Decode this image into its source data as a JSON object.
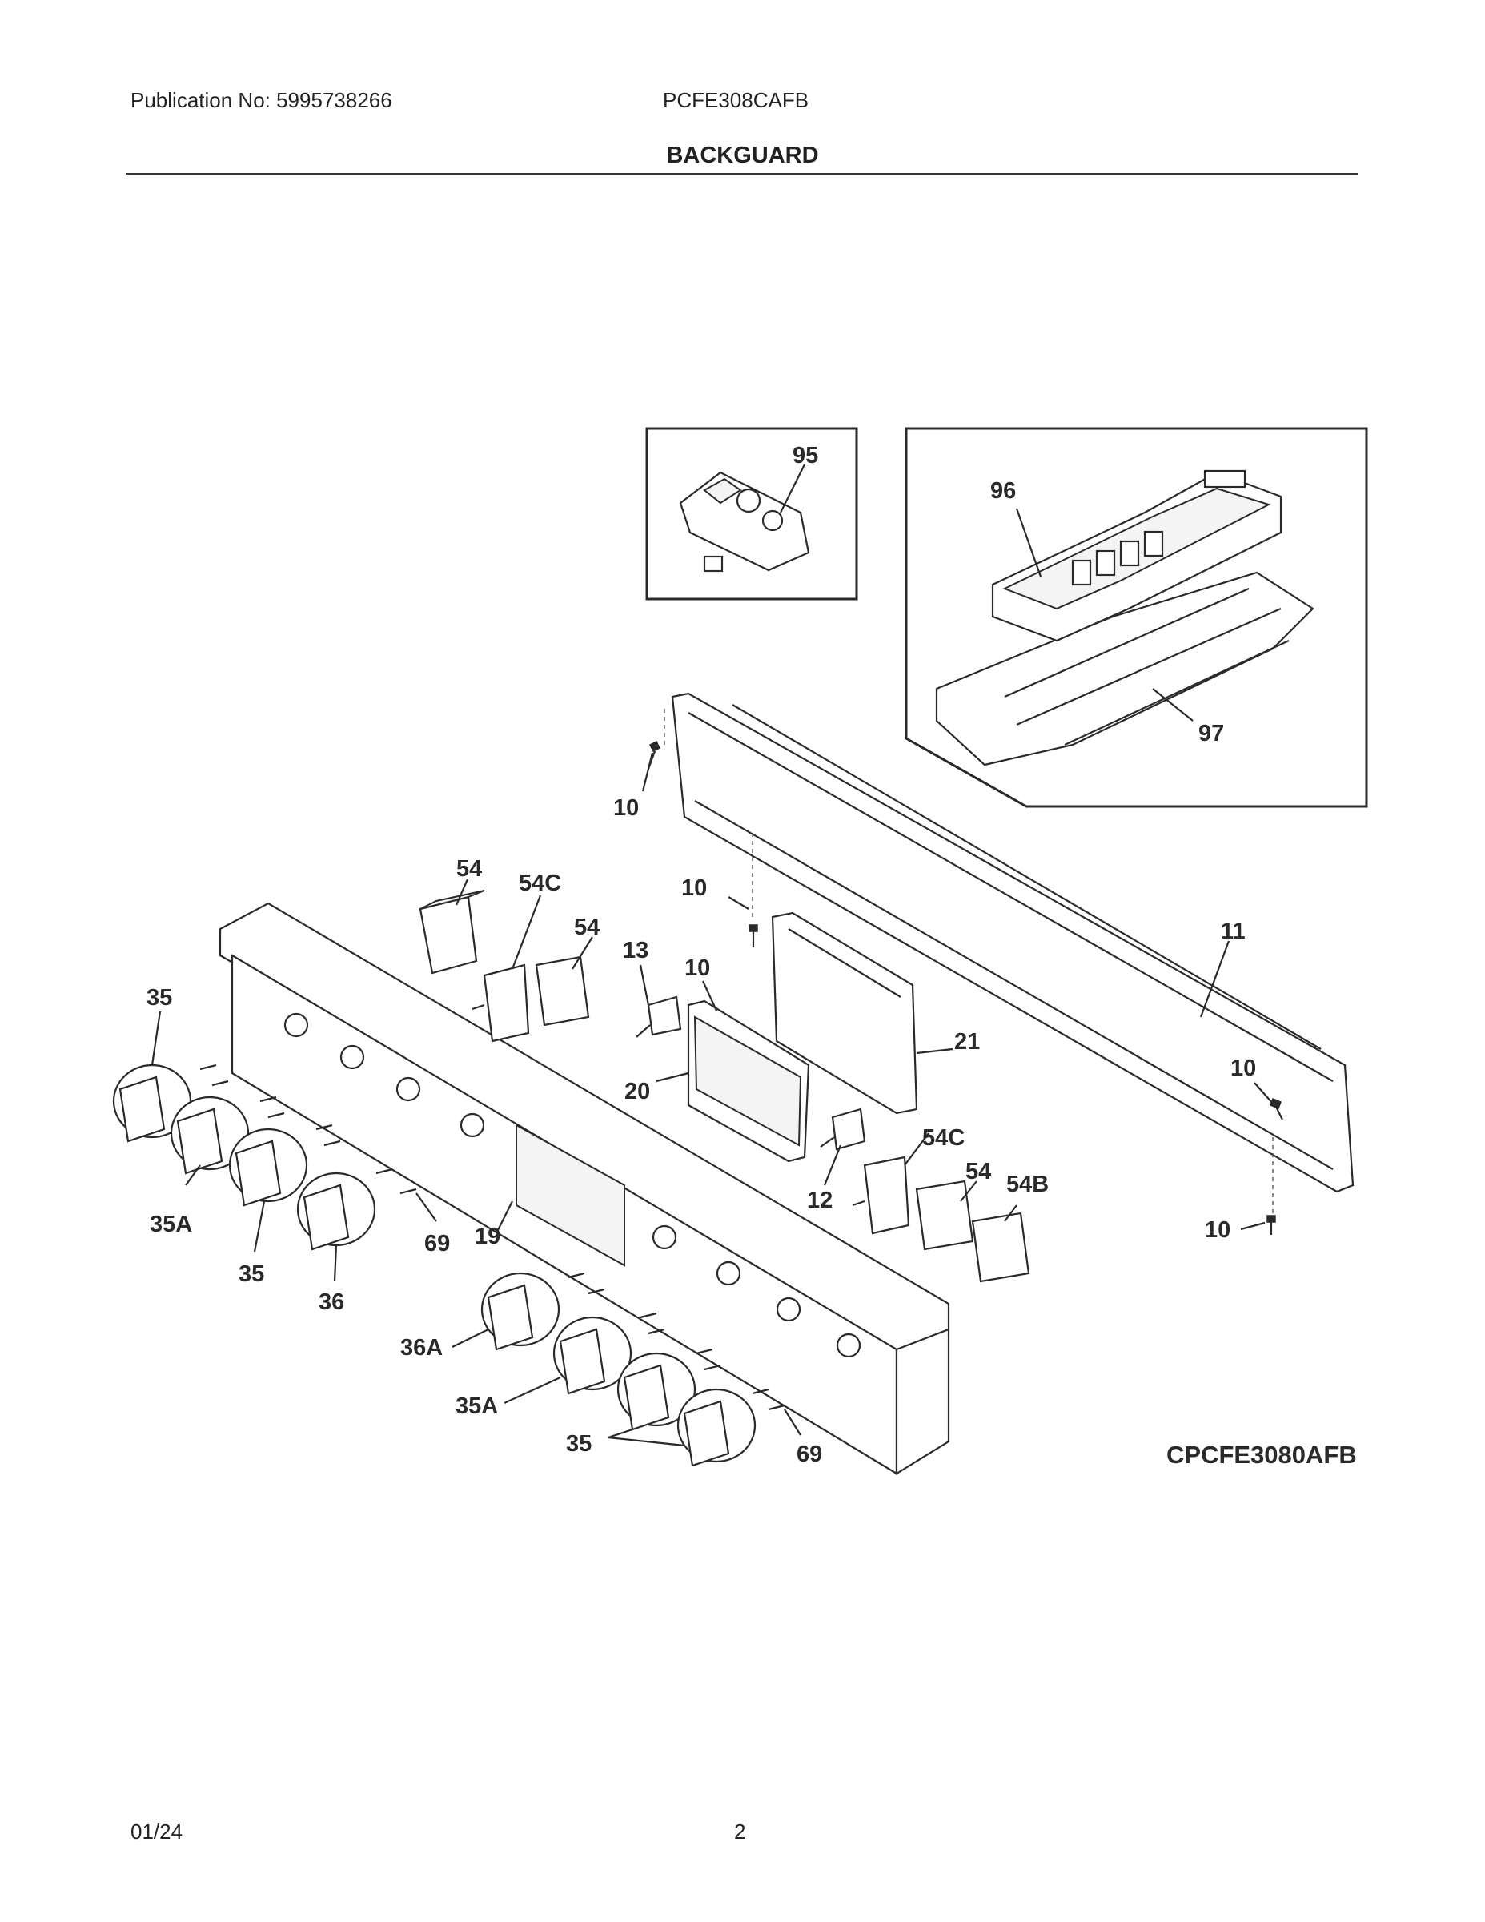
{
  "header": {
    "publication": "Publication No: 5995738266",
    "model": "PCFE308CAFB",
    "title": "BACKGUARD"
  },
  "footer": {
    "date": "01/24",
    "page": "2"
  },
  "diagram": {
    "code": "CPCFE3080AFB",
    "labels": {
      "p95": "95",
      "p96": "96",
      "p97": "97",
      "p10a": "10",
      "p10b": "10",
      "p10c": "10",
      "p10d": "10",
      "p10e": "10",
      "p11": "11",
      "p54a": "54",
      "p54ca": "54C",
      "p54b": "54",
      "p13": "13",
      "p21": "21",
      "p20": "20",
      "p12": "12",
      "p54cb": "54C",
      "p54c": "54",
      "p54B": "54B",
      "p35a": "35",
      "p35Aa": "35A",
      "p35b": "35",
      "p36": "36",
      "p69a": "69",
      "p19": "19",
      "p36A": "36A",
      "p35Ab": "35A",
      "p35c": "35",
      "p69b": "69"
    }
  }
}
